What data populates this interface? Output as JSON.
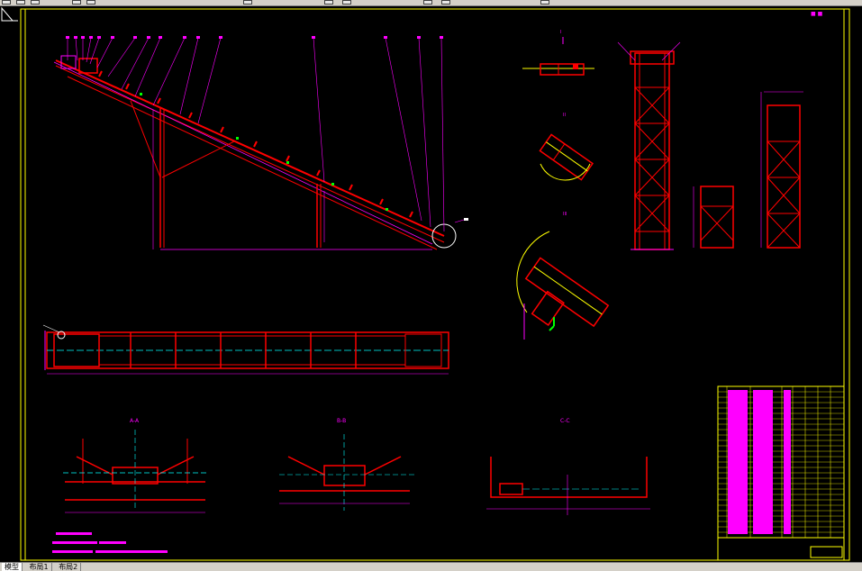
{
  "app": {
    "title": ""
  },
  "toolbar": {
    "icons": [
      "open-icon",
      "save-icon",
      "print-icon",
      "undo-icon",
      "redo-icon",
      "pan-icon",
      "zoom-icon",
      "zoom-window-icon",
      "properties-icon",
      "layer-icon",
      "help-icon"
    ]
  },
  "drawing": {
    "section_labels": [
      "A-A",
      "B-B",
      "C-C"
    ],
    "title_block_school": "",
    "colors": {
      "red": "#ff0000",
      "magenta": "#ff00ff",
      "yellow": "#ffff00",
      "cyan": "#00ffff",
      "white": "#ffffff",
      "green": "#00ff00"
    }
  },
  "layout_tabs": {
    "items": [
      "模型",
      "布局1",
      "布局2"
    ],
    "active": 0
  }
}
